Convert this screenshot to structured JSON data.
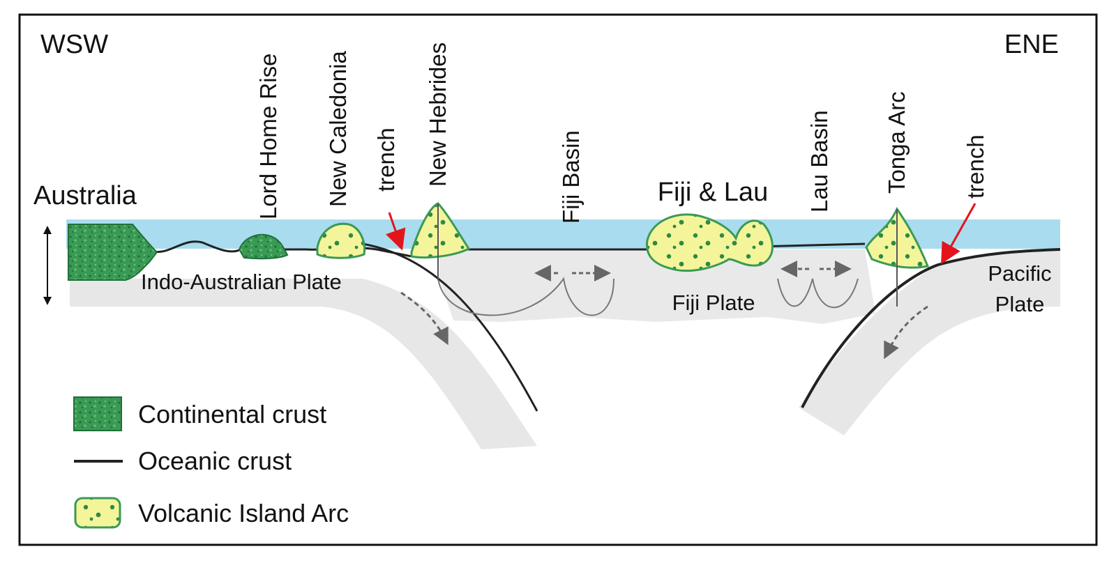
{
  "directions": {
    "west": "WSW",
    "east": "ENE"
  },
  "features": {
    "australia": "Australia",
    "lord_howe_rise": "Lord Home Rise",
    "new_caledonia": "New Caledonia",
    "trench_west": "trench",
    "new_hebrides": "New Hebrides",
    "fiji_basin": "Fiji Basin",
    "fiji_lau": "Fiji & Lau",
    "lau_basin": "Lau Basin",
    "tonga_arc": "Tonga Arc",
    "trench_east": "trench"
  },
  "plates": {
    "indo_australian": "Indo-Australian Plate",
    "fiji": "Fiji Plate",
    "pacific_line1": "Pacific",
    "pacific_line2": "Plate"
  },
  "legend": {
    "continental": "Continental crust",
    "oceanic": "Oceanic crust",
    "volcanic": "Volcanic Island Arc"
  },
  "colors": {
    "sea": "#a9dcef",
    "continental_crust": "#3a9a55",
    "volcanic_arc": "#f4f59a",
    "volcanic_dots": "#2e8a45",
    "oceanic_crust": "#222222",
    "plate_fill": "#e6e7e6",
    "trench_arrow": "#e3141b",
    "frame": "#111111"
  }
}
